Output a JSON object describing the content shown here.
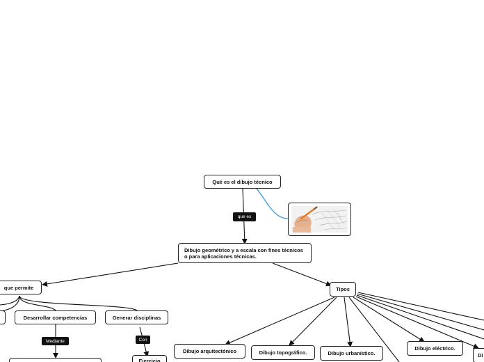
{
  "nodes": {
    "root": "Qué es el dibujo técnico",
    "definition": "Dibujo geométrico y a escala con fines técnicos o para aplicaciones técnicas.",
    "que_permite": "que permite",
    "desarrollar": "Desarrollar competencias",
    "generar": "Generar disciplinas",
    "ejercicio": "Ejercicio",
    "tipos": "Tipos",
    "arquitectonico": "Dibujo arquitectónico",
    "topografico": "Dibujo topográfico.",
    "urbanistico": "Dibujo urbanístico.",
    "electrico": "Dibujo eléctrico.",
    "cut_right": "Di"
  },
  "labels": {
    "que_es": "que es",
    "mediante": "Mediante",
    "con": "Con"
  },
  "colors": {
    "line": "#111111",
    "image_link": "#3d9ad9"
  },
  "image": {
    "icon": "hand-drawing-sketch-icon"
  }
}
